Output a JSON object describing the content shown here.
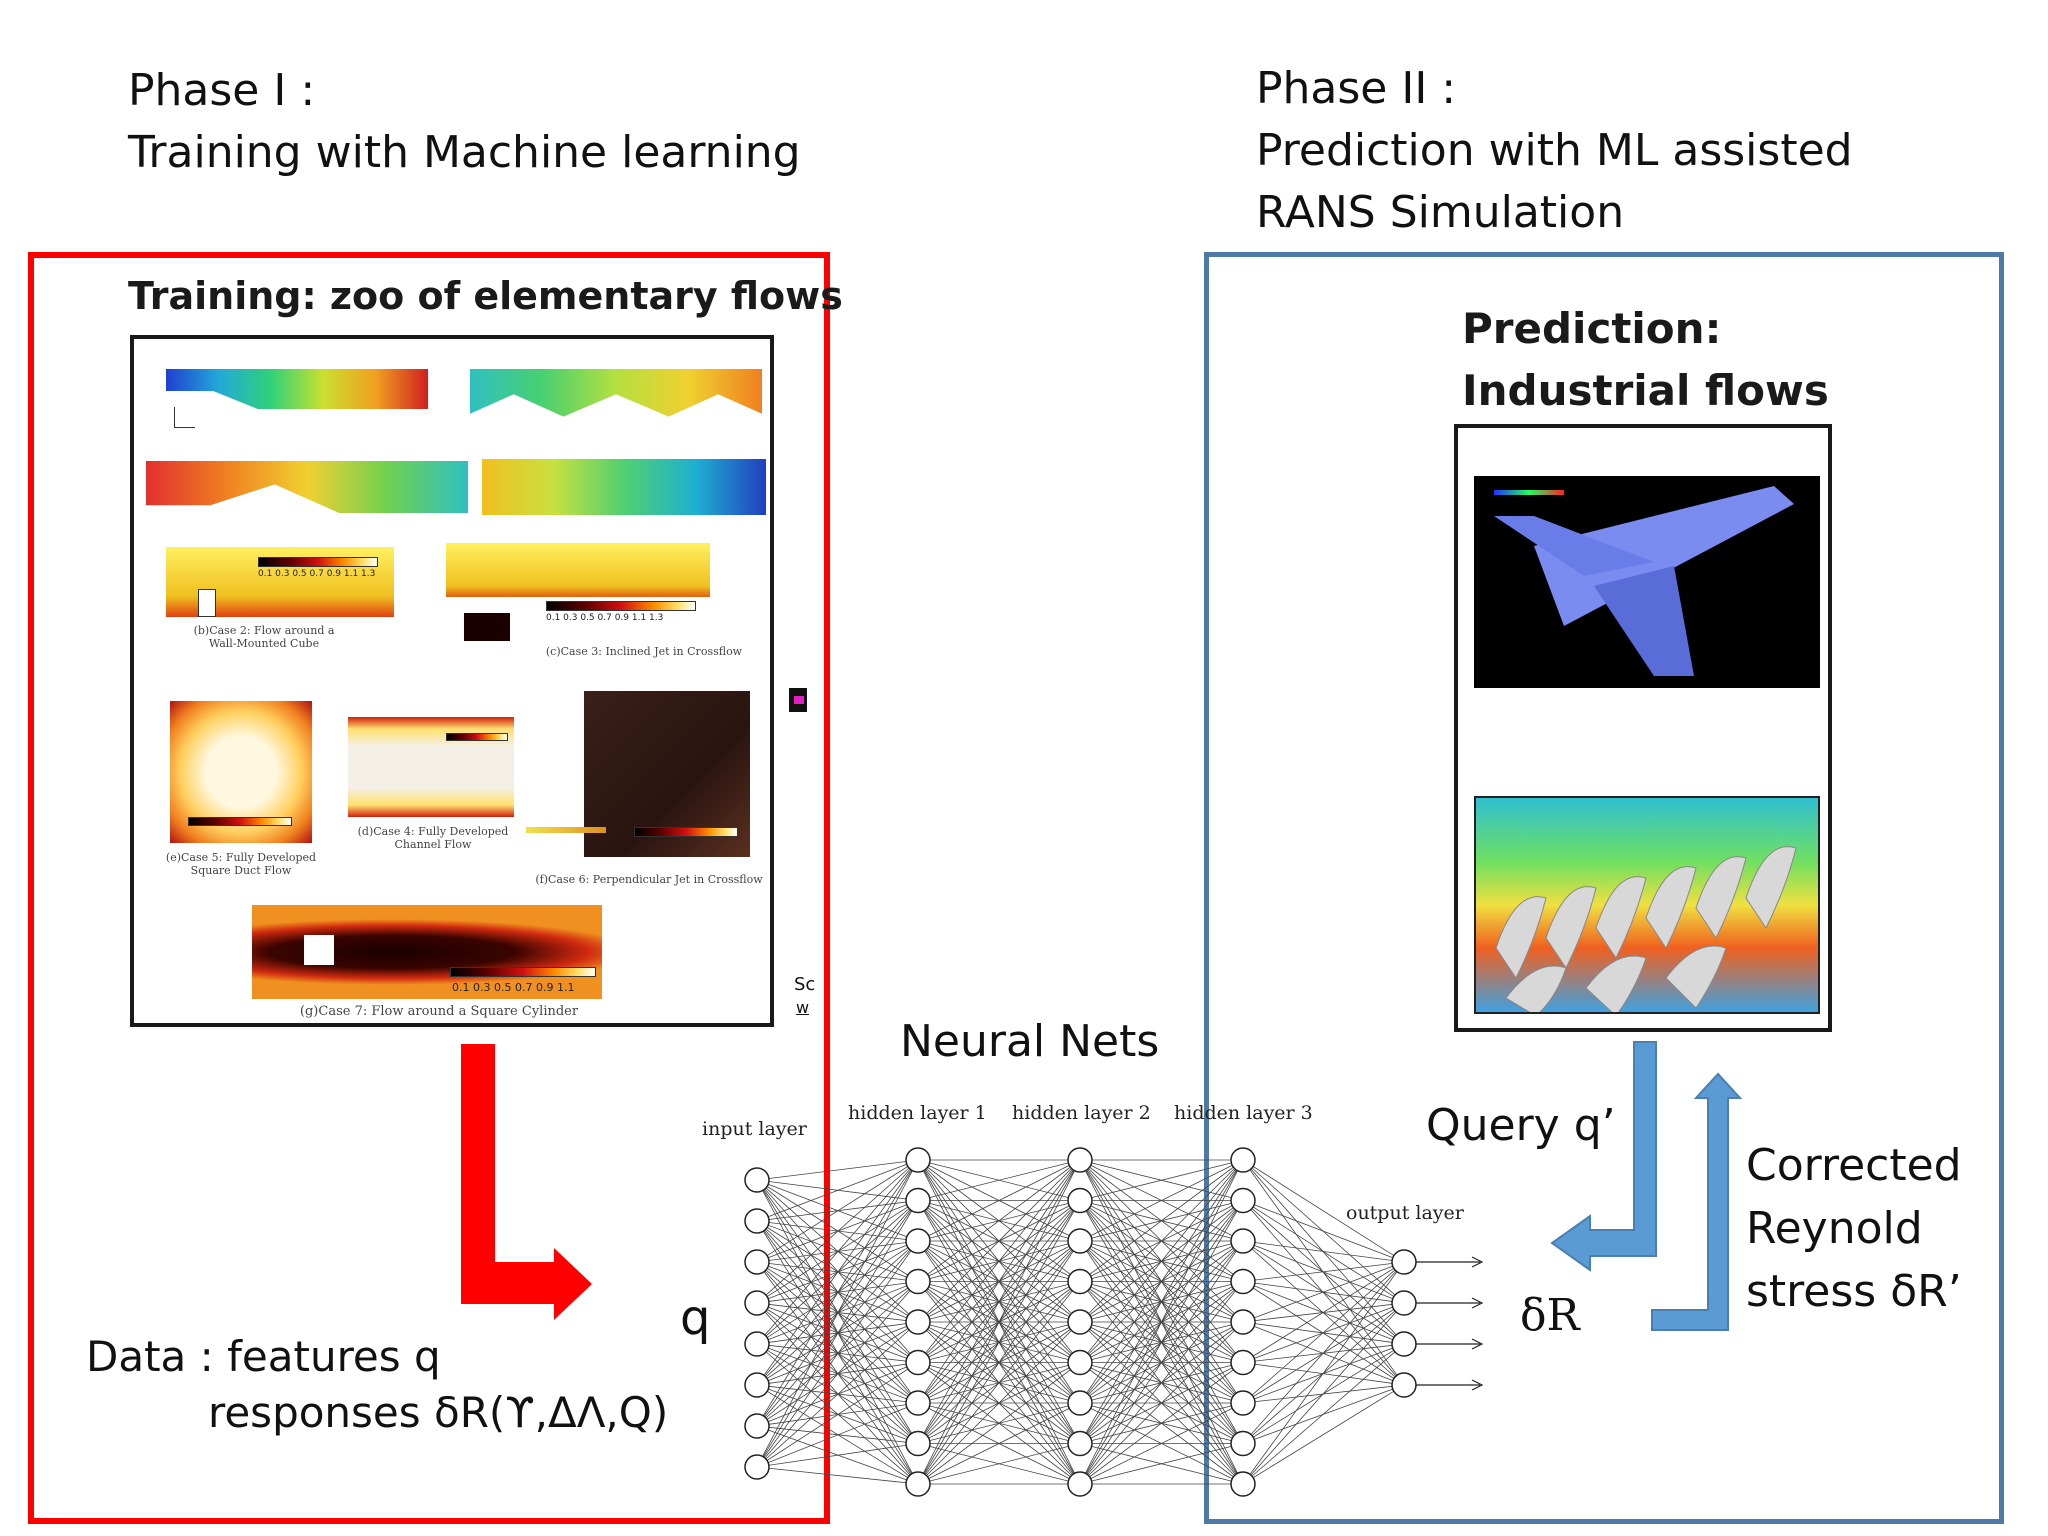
{
  "phase1": {
    "line1": "Phase I :",
    "line2": "Training with Machine learning"
  },
  "phase2": {
    "line1": "Phase II :",
    "line2": "Prediction with ML assisted",
    "line3": "RANS Simulation"
  },
  "training": {
    "title": "Training: zoo of elementary flows",
    "colorbar_ticks": "0.1 0.3 0.5 0.7 0.9 1.1 1.3",
    "colorbar_ticks_short": "0.1 0.3 0.5 0.7 0.9 1.1",
    "captions": {
      "case2": "(b)Case 2: Flow around a Wall-Mounted Cube",
      "case3": "(c)Case 3: Inclined Jet in Crossflow",
      "case5": "(e)Case 5: Fully Developed Square Duct Flow",
      "case4": "(d)Case 4: Fully Developed Channel Flow",
      "case6": "(f)Case 6: Perpendicular Jet in Crossflow",
      "case7": "(g)Case 7: Flow around a Square Cylinder"
    },
    "side_text1": "Sc",
    "side_text2": "w"
  },
  "prediction": {
    "title1": "Prediction:",
    "title2": "Industrial flows"
  },
  "neural": {
    "title": "Neural Nets",
    "input_layer": "input layer",
    "hidden1": "hidden layer 1",
    "hidden2": "hidden layer 2",
    "hidden3": "hidden layer 3",
    "output_layer": "output layer",
    "layers": [
      8,
      9,
      9,
      9,
      4
    ]
  },
  "labels": {
    "q": "q",
    "data_line1": "Data : features q",
    "data_line2": "responses δR(ϒ,ΔΛ,Q)",
    "query": "Query q’",
    "delta_r": "δR",
    "corrected1": "Corrected",
    "corrected2": "Reynold",
    "corrected3": "stress δR’"
  },
  "colors": {
    "red_frame": "#ff0000",
    "blue_frame": "#4f7aa8",
    "blue_arrow": "#5b9bd5",
    "red_arrow": "#ff0000"
  }
}
